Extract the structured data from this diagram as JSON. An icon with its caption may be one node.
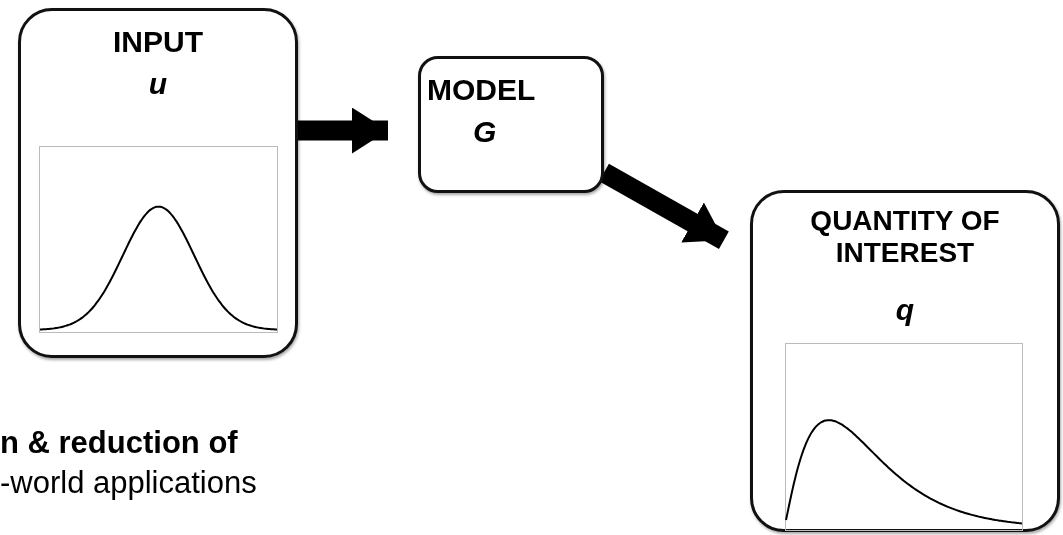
{
  "diagram": {
    "nodes": [
      {
        "text": [
          "INPUT",
          "u"
        ]
      },
      {
        "text": [
          "MODEL",
          "G"
        ]
      },
      {
        "text": [
          "QUANTITY OF INTEREST",
          "q"
        ]
      }
    ],
    "edges": [
      {
        "from": 0,
        "to": 1,
        "arrow": "to"
      },
      {
        "from": 1,
        "to": 2,
        "arrow": "to"
      }
    ],
    "labels": [
      "n & reduction of",
      "-world applications"
    ]
  }
}
